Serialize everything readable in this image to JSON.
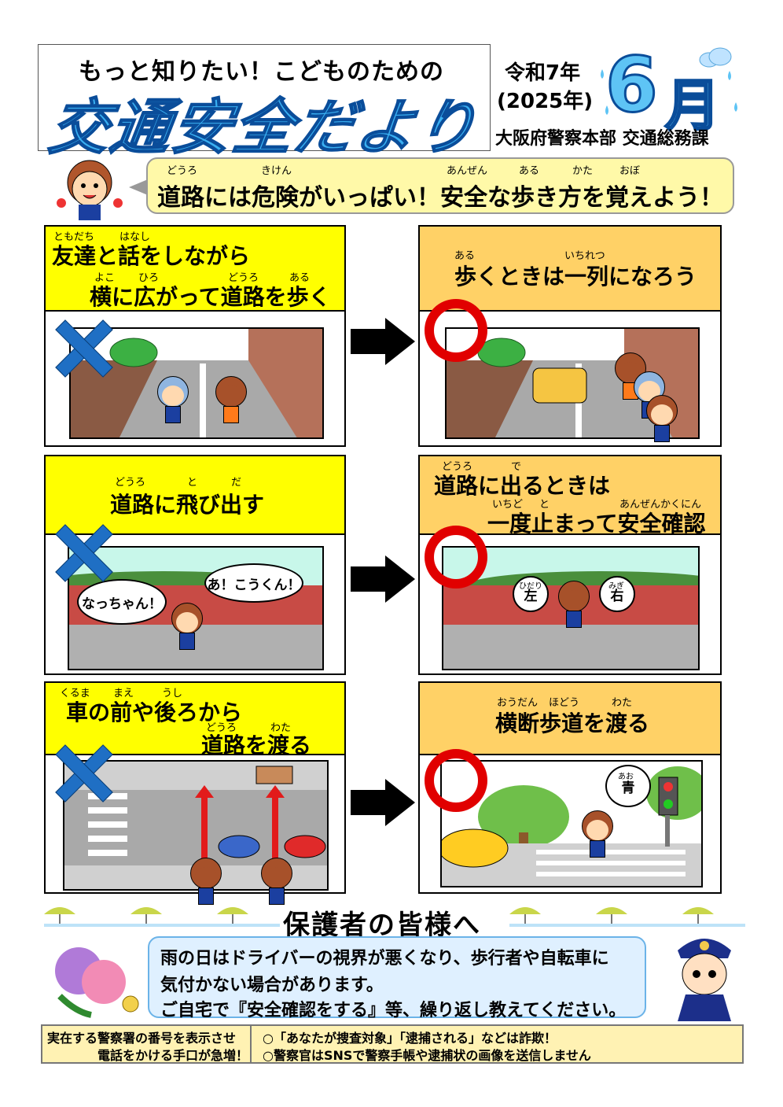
{
  "header": {
    "subtitle": "もっと知りたい！こどものための",
    "title": "交通安全だより",
    "era": "令和7年",
    "year": "(2025年)",
    "month_num": "6",
    "month_kanji": "月",
    "department": "大阪府警察本部 交通総務課"
  },
  "banner": {
    "text": "道路には危険がいっぱい！安全な歩き方を覚えよう！",
    "ruby": [
      "どうろ",
      "きけん",
      "あんぜん",
      "ある",
      "かた",
      "おぼ"
    ]
  },
  "panels": [
    {
      "mark": "x",
      "lines": [
        "友達と話をしながら",
        "横に広がって道路を歩く"
      ],
      "ruby": [
        "ともだち",
        "はなし",
        "よこ",
        "ひろ",
        "どうろ",
        "ある"
      ]
    },
    {
      "mark": "o",
      "lines": [
        "歩くときは一列になろう"
      ],
      "ruby": [
        "ある",
        "いちれつ"
      ]
    },
    {
      "mark": "x",
      "lines": [
        "道路に飛び出す"
      ],
      "ruby": [
        "どうろ",
        "と",
        "だ"
      ],
      "bubbles": [
        "なっちゃん！",
        "あ！こうくん！"
      ]
    },
    {
      "mark": "o",
      "lines": [
        "道路に出るときは",
        "一度止まって安全確認"
      ],
      "ruby": [
        "どうろ",
        "で",
        "いちど",
        "と",
        "あんぜんかくにん"
      ],
      "bubbles": [
        "左",
        "右"
      ],
      "bubble_ruby": [
        "ひだり",
        "みぎ"
      ]
    },
    {
      "mark": "x",
      "lines": [
        "車の前や後ろから",
        "道路を渡る"
      ],
      "ruby": [
        "くるま",
        "まえ",
        "うし",
        "どうろ",
        "わた"
      ]
    },
    {
      "mark": "o",
      "lines": [
        "横断歩道を渡る"
      ],
      "ruby": [
        "おうだん",
        "ほどう",
        "わた"
      ],
      "bubbles": [
        "青"
      ],
      "bubble_ruby": [
        "あお"
      ]
    }
  ],
  "guardian": {
    "title": "保護者の皆様へ",
    "lines": [
      "雨の日はドライバーの視界が悪くなり、歩行者や自転車に",
      "気付かない場合があります。",
      "ご自宅で『安全確認をする』等、繰り返し教えてください。"
    ]
  },
  "footer": {
    "left": [
      "実在する警察署の番号を表示させ",
      "電話をかける手口が急増！"
    ],
    "right": [
      "○「あなたが捜査対象」「逮捕される」などは詐欺！",
      "○警察官はSNSで警察手帳や逮捕状の画像を送信しません"
    ]
  },
  "colors": {
    "title_blue": "#3ab0f2",
    "banner_yellow": "#fff9a8",
    "head_yellow": "#ffff00",
    "head_orange": "#ffd166",
    "x_blue": "#1f6fc4",
    "o_red": "#e10000"
  }
}
